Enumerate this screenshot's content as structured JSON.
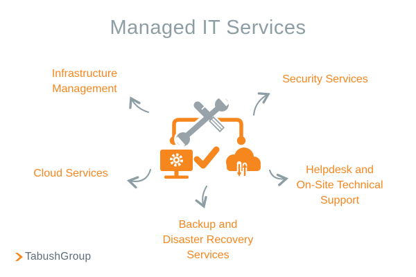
{
  "title": "Managed IT Services",
  "labels": {
    "infrastructure": {
      "lines": [
        "Infrastructure",
        "Management"
      ]
    },
    "security": {
      "lines": [
        "Security Services"
      ]
    },
    "cloud": {
      "lines": [
        "Cloud Services"
      ]
    },
    "helpdesk": {
      "lines": [
        "Helpdesk and",
        "On-Site Technical",
        "Support"
      ]
    },
    "backup": {
      "lines": [
        "Backup and",
        "Disaster Recovery",
        "Services"
      ]
    }
  },
  "logo": {
    "text": "TabushGroup"
  },
  "colors": {
    "accent_orange": "#F6861E",
    "title_gray": "#8C9EA4",
    "tools_gray": "#97A3A9",
    "logo_gray": "#5F6D79"
  },
  "icons": {
    "tools": "wrench-screwdriver-icon",
    "monitor": "monitor-gear-icon",
    "check": "checkmark-icon",
    "cloud": "cloud-sync-icon",
    "logo_mark": "chevron-right-icon"
  }
}
